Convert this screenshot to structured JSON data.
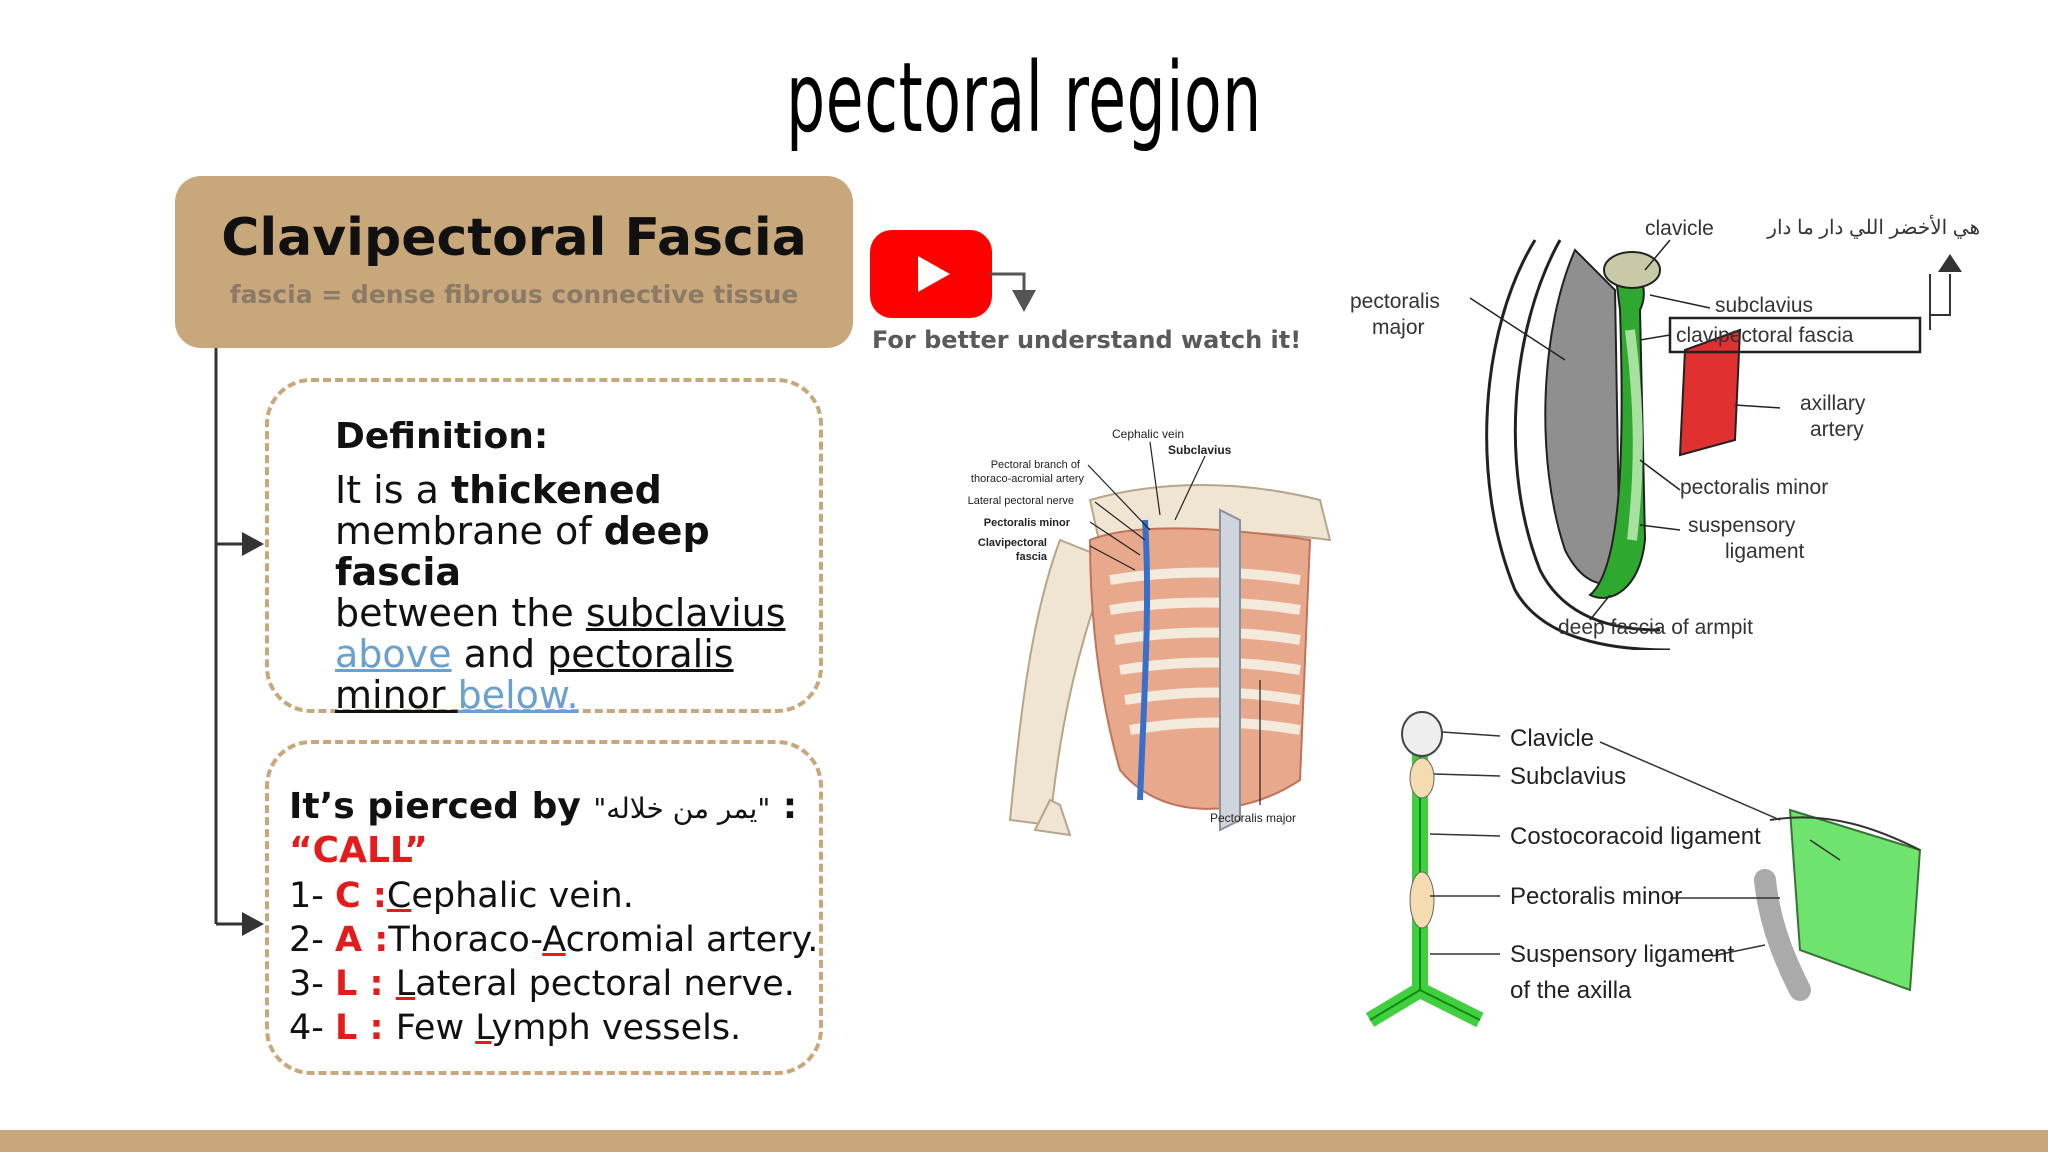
{
  "page_title": "pectoral region",
  "header": {
    "title": "Clavipectoral Fascia",
    "subtitle": "fascia = dense fibrous connective tissue"
  },
  "definition": {
    "heading": "Definition:",
    "t1": "It is a ",
    "t2": "thickened",
    "t3": "membrane of ",
    "t4": "deep fascia",
    "t5": "between the ",
    "t6": "subclavius",
    "t7": "above",
    "t8": " and ",
    "t9": "pectoralis",
    "t10": "minor ",
    "t11": "below."
  },
  "pierced": {
    "heading": "It’s pierced by ",
    "arabic": "\"يمر من خلاله\"",
    "colon": " :",
    "call": "“CALL”",
    "items": [
      {
        "num": "1- ",
        "letter": "C :",
        "first": "C",
        "rest": "ephalic vein.",
        "pre": ""
      },
      {
        "num": "2- ",
        "letter": "A :",
        "first": "A",
        "rest": "cromial artery.",
        "pre": "Thoraco-"
      },
      {
        "num": "3- ",
        "letter": "L : ",
        "first": "L",
        "rest": "ateral pectoral nerve.",
        "pre": ""
      },
      {
        "num": "4- ",
        "letter": "L : ",
        "first": "L",
        "rest": "ymph vessels.",
        "pre": "Few "
      }
    ]
  },
  "video": {
    "caption": "For better understand watch it!",
    "icon": "youtube-play-icon"
  },
  "figure_shoulder": {
    "labels": [
      "Cephalic vein",
      "Subclavius",
      "Pectoral branch of",
      "thoraco-acromial artery",
      "Lateral pectoral nerve",
      "Pectoralis minor",
      "Clavipectoral",
      "fascia",
      "Pectoralis major"
    ]
  },
  "figure_section": {
    "labels": {
      "clavicle": "clavicle",
      "arabic_note": "هي الأخضر اللي دار ما دار",
      "pectoralis": "pectoralis",
      "major": "major",
      "subclavius": "subclavius",
      "clavipectoral_fascia": "clavipectoral fascia",
      "axillary": "axillary",
      "artery": "artery",
      "pectoralis_minor": "pectoralis minor",
      "suspensory": "suspensory",
      "ligament": "ligament",
      "deep_fascia": "deep fascia of armpit"
    }
  },
  "figure_green": {
    "labels": {
      "clavicle": "Clavicle",
      "subclavius": "Subclavius",
      "costocoracoid": "Costocoracoid ligament",
      "pectoralis_minor": "Pectoralis minor",
      "suspensory": "Suspensory ligament",
      "axilla": "of the axilla"
    }
  },
  "colors": {
    "accent_tan": "#c8a77a",
    "call_red": "#e31b1b",
    "link_blue": "#6aa0d0",
    "youtube_red": "#ff0000",
    "fascia_green": "#3fcf3f"
  }
}
